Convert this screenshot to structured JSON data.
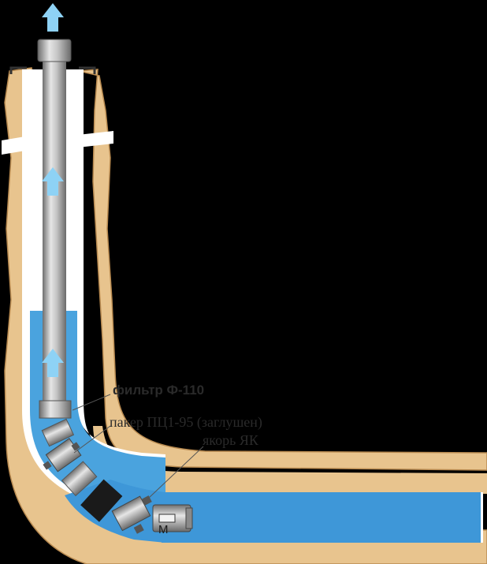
{
  "labels": {
    "filter": "фильтр Ф-110",
    "packer": "пакер ПЦ1-95  (заглушен)",
    "anchor": "якорь ЯК",
    "motor_mark": "М"
  },
  "colors": {
    "background": "#000000",
    "rock": "#E8C48E",
    "rock_edge": "#B88A50",
    "fluid": "#3E97D8",
    "fluid_light": "#9CCEEE",
    "casing_wall": "#FFFFFF",
    "pipe": "#A4A4A4",
    "arrow": "#8ED2F5",
    "label_text": "#2A2A2A"
  },
  "icons": [
    "flow-up-arrow-icon"
  ]
}
